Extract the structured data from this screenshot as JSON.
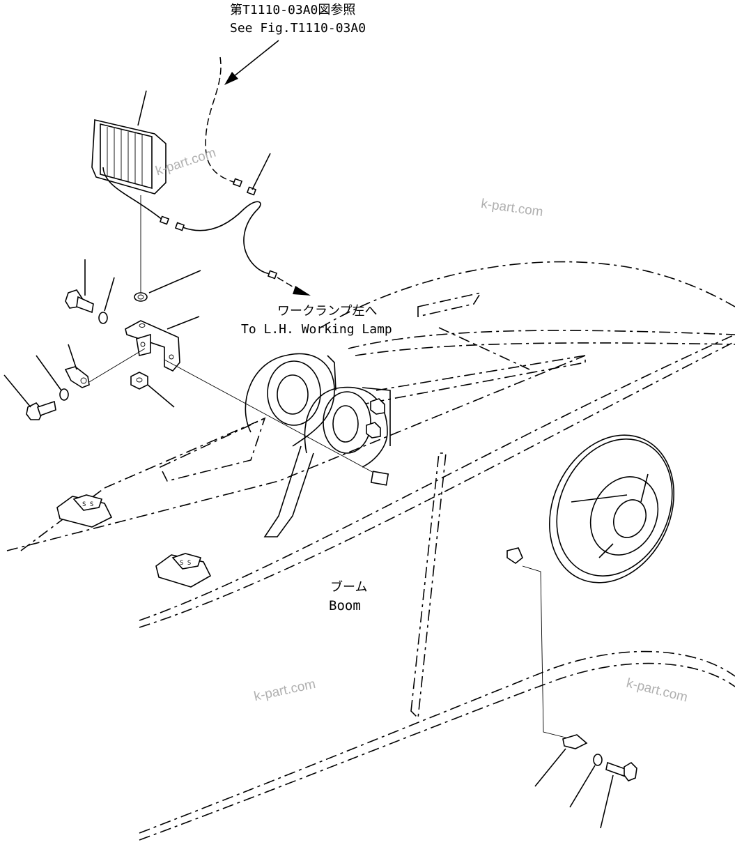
{
  "labels": {
    "ref_jp": "第T1110-03A0図参照",
    "ref_en": "See Fig.T1110-03A0",
    "lamp_jp": "ワークランプ左へ",
    "lamp_en": "To L.H. Working Lamp",
    "boom_jp": "ブーム",
    "boom_en": "Boom"
  },
  "watermarks": [
    "k-part.com",
    "k-part.com",
    "k-part.com",
    "k-part.com"
  ],
  "icons": [
    "work-lamp-icon",
    "bracket-icon",
    "bolt-icon",
    "washer-icon",
    "nut-icon",
    "clip-icon",
    "connector-icon"
  ]
}
